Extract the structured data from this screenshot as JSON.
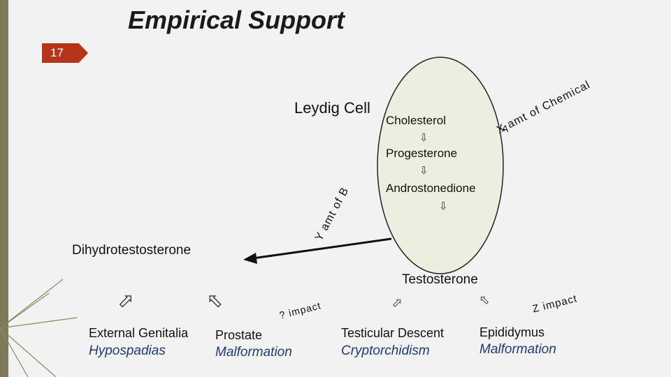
{
  "title": "Empirical Support",
  "slide_number": "17",
  "leydig_cell": "Leydig Cell",
  "pathway": {
    "cholesterol": "Cholesterol",
    "progesterone": "Progesterone",
    "androstenedione": "Androstonedione",
    "testosterone": "Testosterone",
    "dihydrotestosterone": "Dihydrotestosterone"
  },
  "annotations": {
    "x_amt": "X amt of Chemical",
    "x_a": "A",
    "y_amt": "Y amt of B",
    "q_impact": "? impact",
    "z_impact": "Z impact"
  },
  "outcomes": [
    {
      "organ": "External Genitalia",
      "effect": "Hypospadias"
    },
    {
      "organ": "Prostate",
      "effect": "Malformation"
    },
    {
      "organ": "Testicular Descent",
      "effect": "Cryptorchidism"
    },
    {
      "organ": "Epididymus",
      "effect": "Malformation"
    }
  ],
  "colors": {
    "background": "#f2f2f2",
    "accent_bar": "#b5351a",
    "left_rail": "#7d7a55",
    "effect_text": "#1f3b73",
    "cell_fill": "#eeeee0"
  },
  "icons": [
    "down-arrow-icon",
    "diagonal-arrow-icon"
  ]
}
